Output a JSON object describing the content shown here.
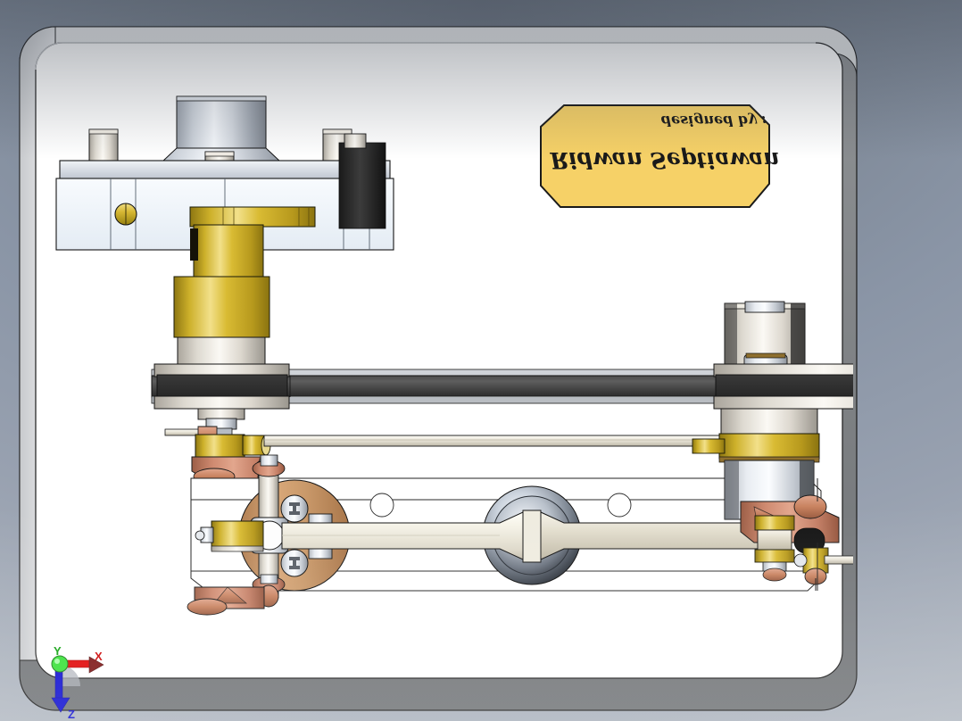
{
  "app": {
    "kind": "cad-3d-viewport",
    "background_top": "#6d7684",
    "background_bottom": "#b9bfc7"
  },
  "plaque": {
    "name": "designer-plaque",
    "shape": "octagon",
    "fill_color": "#f6d167",
    "stroke_color": "#1a1a1a",
    "line1": "Ridwan Septiawan",
    "line2": "designed by :",
    "text_transform": "mirrored-rotated-180"
  },
  "panel": {
    "name": "mounting-plate",
    "face_color": "#ffffff",
    "edge_light_color": "#e4e6e8",
    "edge_dark_color": "#8b8d8f",
    "corner_radius": "36"
  },
  "triad": {
    "name": "origin-triad",
    "x_label": "X",
    "y_label": "Y",
    "z_label": "Z",
    "x_color": "#e00000",
    "y_color": "#00b000",
    "z_color": "#0000d8",
    "origin_color": "#22dd22"
  },
  "colors": {
    "brass": "#d4b32c",
    "brass_light": "#f0dc78",
    "brass_dark": "#9c8415",
    "copper": "#c98068",
    "copper_light": "#e0a38d",
    "copper_dark": "#9a5b45",
    "bronze": "#c99868",
    "steel": "#c9ced6",
    "steel_light": "#f2f5f9",
    "steel_dark": "#8e949c",
    "belt": "#3b3b3b",
    "belt_light": "#6a6a6a",
    "ivory": "#efece0",
    "outline": "#000000"
  },
  "assembly": {
    "name": "steering-linkage-assembly",
    "components": [
      {
        "id": "top-bearing-housing",
        "label": "Top Bearing Housing",
        "material": "steel"
      },
      {
        "id": "flange-plate",
        "label": "Flange Plate",
        "material": "steel"
      },
      {
        "id": "brass-hub",
        "label": "Brass Hub",
        "material": "brass"
      },
      {
        "id": "left-pulley",
        "label": "Left Pulley",
        "material": "steel"
      },
      {
        "id": "drive-belt",
        "label": "Drive Belt",
        "material": "rubber"
      },
      {
        "id": "right-pulley",
        "label": "Right Pulley",
        "material": "steel"
      },
      {
        "id": "tie-rod-upper",
        "label": "Upper Tie Rod",
        "material": "steel"
      },
      {
        "id": "tie-rod-lower",
        "label": "Lower Tie Rod",
        "material": "ivory"
      },
      {
        "id": "center-ball-joint",
        "label": "Center Ball Joint",
        "material": "steel"
      },
      {
        "id": "left-knuckle",
        "label": "Left Steering Knuckle",
        "material": "copper"
      },
      {
        "id": "right-knuckle",
        "label": "Right Steering Knuckle",
        "material": "copper"
      },
      {
        "id": "bronze-disc",
        "label": "Bronze Disc Plate",
        "material": "bronze"
      },
      {
        "id": "cross-screw-upper",
        "label": "Upper Phillips Screw",
        "material": "steel"
      },
      {
        "id": "cross-screw-lower",
        "label": "Lower Phillips Screw",
        "material": "steel"
      },
      {
        "id": "brass-piston",
        "label": "Brass Piston",
        "material": "brass"
      }
    ]
  }
}
